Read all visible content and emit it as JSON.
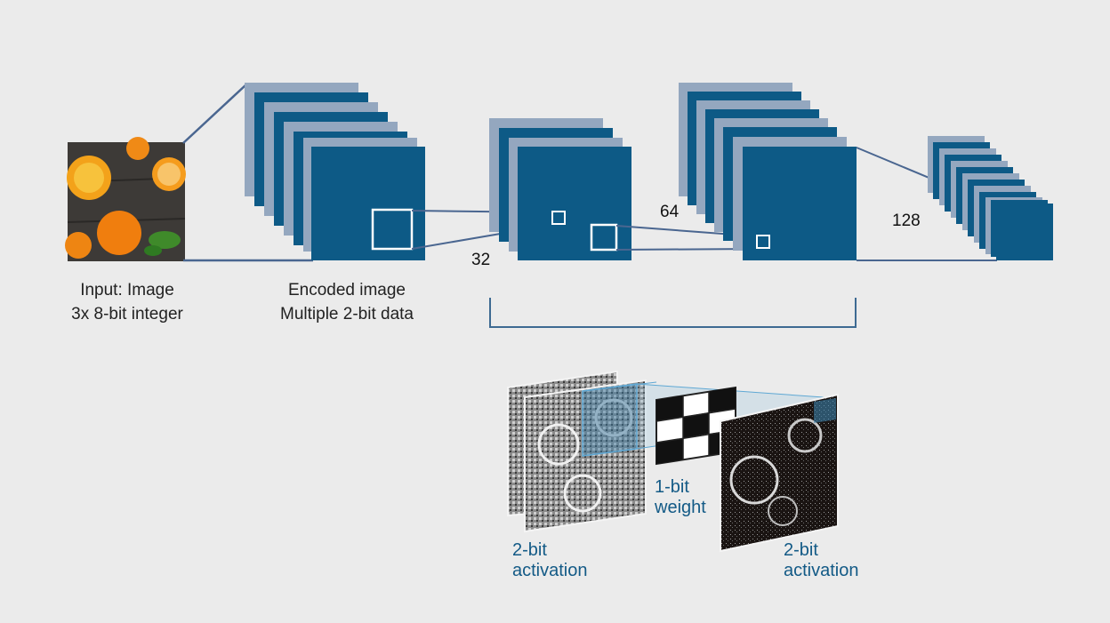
{
  "colors": {
    "layer_fill": "#0d5a86",
    "layer_back": "#94a7bf",
    "line": "#4a6690",
    "label_blue": "#135a86",
    "background": "#ebebeb"
  },
  "input": {
    "line1": "Input: Image",
    "line2": "3x 8-bit integer"
  },
  "encoded": {
    "line1": "Encoded image",
    "line2": "Multiple 2-bit data"
  },
  "channels": {
    "c32": "32",
    "c64": "64",
    "c128": "128"
  },
  "detail": {
    "weight_line1": "1-bit",
    "weight_line2": "weight",
    "act_left_line1": "2-bit",
    "act_left_line2": "activation",
    "act_right_line1": "2-bit",
    "act_right_line2": "activation"
  }
}
